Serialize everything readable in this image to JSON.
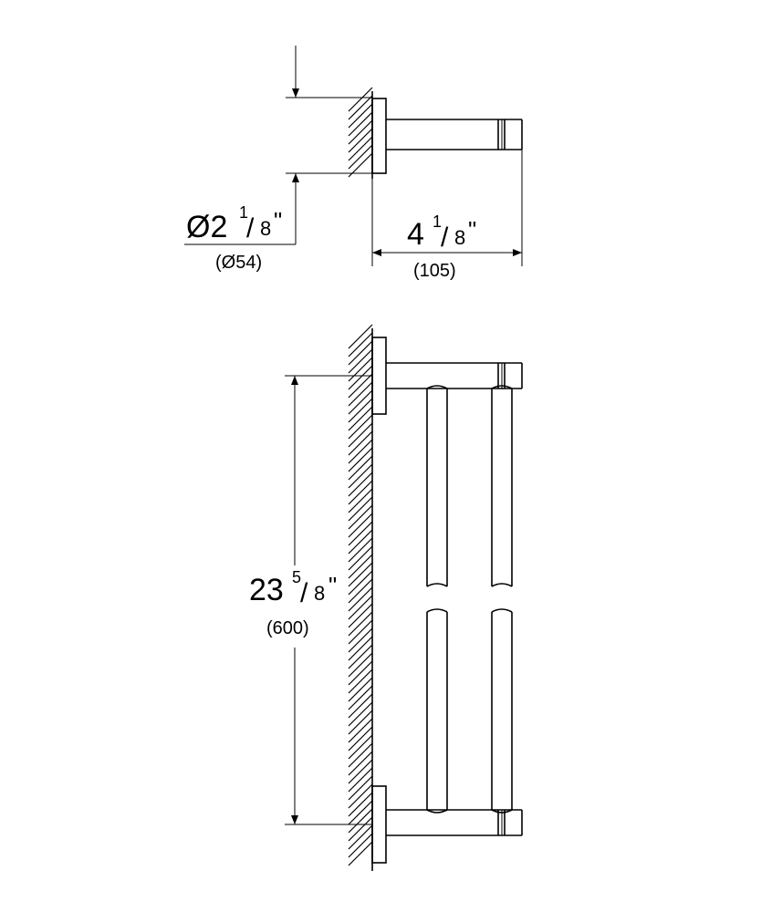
{
  "dimensions": {
    "diameter": {
      "main": "Ø2",
      "num": "1",
      "slash": "/",
      "den": "8",
      "unit": "\"",
      "metric": "(Ø54)"
    },
    "projection": {
      "main": "4",
      "num": "1",
      "slash": "/",
      "den": "8",
      "unit": "\"",
      "metric": "(105)"
    },
    "length": {
      "main": "23",
      "num": "5",
      "slash": "/",
      "den": "8",
      "unit": "\"",
      "metric": "(600)"
    }
  },
  "colors": {
    "line": "#000000",
    "background": "#ffffff"
  }
}
